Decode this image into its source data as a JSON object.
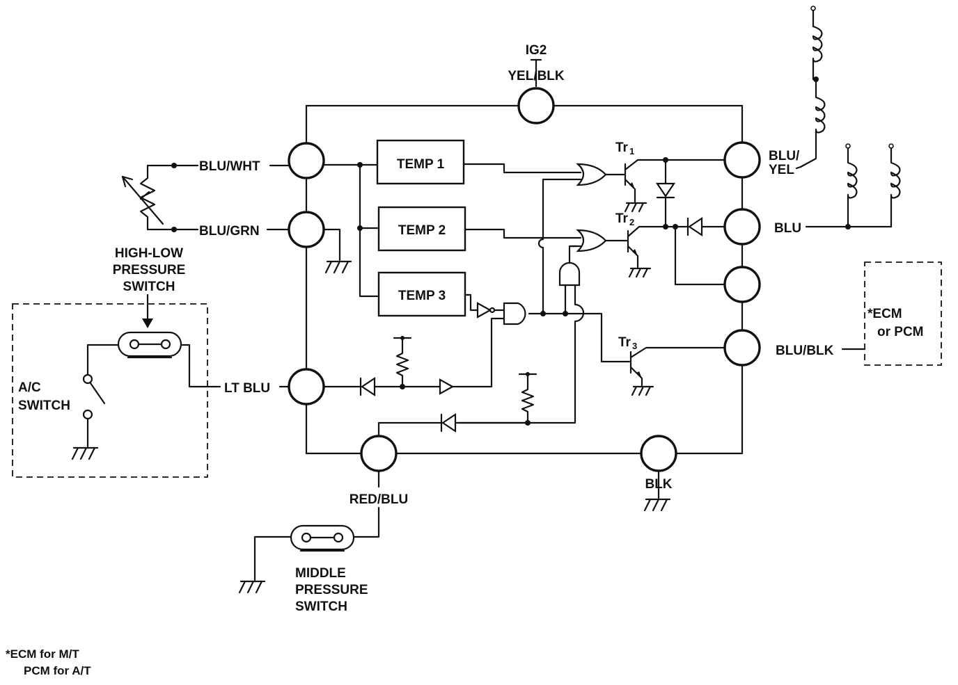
{
  "power": {
    "source_label": "IG2",
    "wire_label": "YEL/BLK"
  },
  "left_side": {
    "thermistor_wire_top": "BLU/WHT",
    "thermistor_wire_bottom": "BLU/GRN",
    "pressure_switch_title": [
      "HIGH-LOW",
      "PRESSURE",
      "SWITCH"
    ],
    "ac_switch_title": [
      "A/C",
      "SWITCH"
    ],
    "lt_wire": "LT BLU"
  },
  "modules": {
    "temp1": "TEMP 1",
    "temp2": "TEMP 2",
    "temp3": "TEMP 3"
  },
  "transistors": {
    "tr1": {
      "main": "Tr",
      "sub": "1"
    },
    "tr2": {
      "main": "Tr",
      "sub": "2"
    },
    "tr3": {
      "main": "Tr",
      "sub": "3"
    }
  },
  "right_side": {
    "blu_yel": [
      "BLU/",
      "YEL"
    ],
    "blu": "BLU",
    "blu_blk": "BLU/BLK",
    "ecm_box": [
      "*ECM",
      "or PCM"
    ]
  },
  "bottom": {
    "red_blu": "RED/BLU",
    "blk": "BLK",
    "middle_switch_title": [
      "MIDDLE",
      "PRESSURE",
      "SWITCH"
    ]
  },
  "footnote": [
    "*ECM for M/T",
    "PCM for A/T"
  ]
}
